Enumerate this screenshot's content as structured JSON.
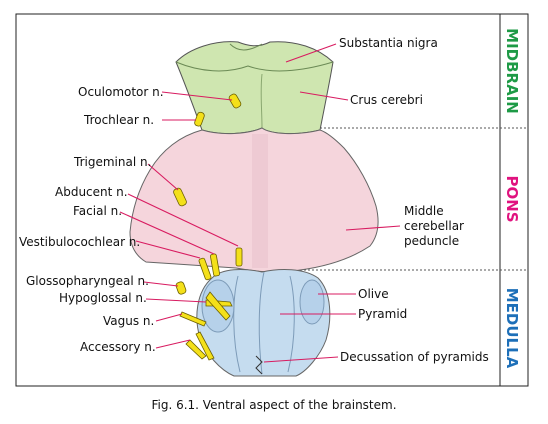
{
  "regions": {
    "midbrain": {
      "label": "MIDBRAIN",
      "color": "#1e9a46"
    },
    "pons": {
      "label": "PONS",
      "color": "#e0137f"
    },
    "medulla": {
      "label": "MEDULLA",
      "color": "#1d6fb8"
    }
  },
  "labels": {
    "substantia_nigra": "Substantia nigra",
    "crus_cerebri": "Crus cerebri",
    "oculomotor": "Oculomotor n.",
    "trochlear": "Trochlear n.",
    "trigeminal": "Trigeminal n.",
    "abducent": "Abducent n.",
    "facial": "Facial n.",
    "vestibulocochlear": "Vestibulocochlear n.",
    "middle_cerebellar_1": "Middle",
    "middle_cerebellar_2": "cerebellar",
    "middle_cerebellar_3": "peduncle",
    "glossopharyngeal": "Glossopharyngeal n.",
    "hypoglossal": "Hypoglossal n.",
    "vagus": "Vagus n.",
    "accessory": "Accessory n.",
    "olive": "Olive",
    "pyramid": "Pyramid",
    "decussation": "Decussation of pyramids"
  },
  "colors": {
    "midbrain_fill": "#cfe6b0",
    "pons_fill": "#f5d5dc",
    "medulla_fill": "#c5dcef",
    "nerve_fill": "#f4e01a",
    "leader_line": "#d81b60"
  },
  "caption": "Fig. 6.1. Ventral aspect of the brainstem."
}
